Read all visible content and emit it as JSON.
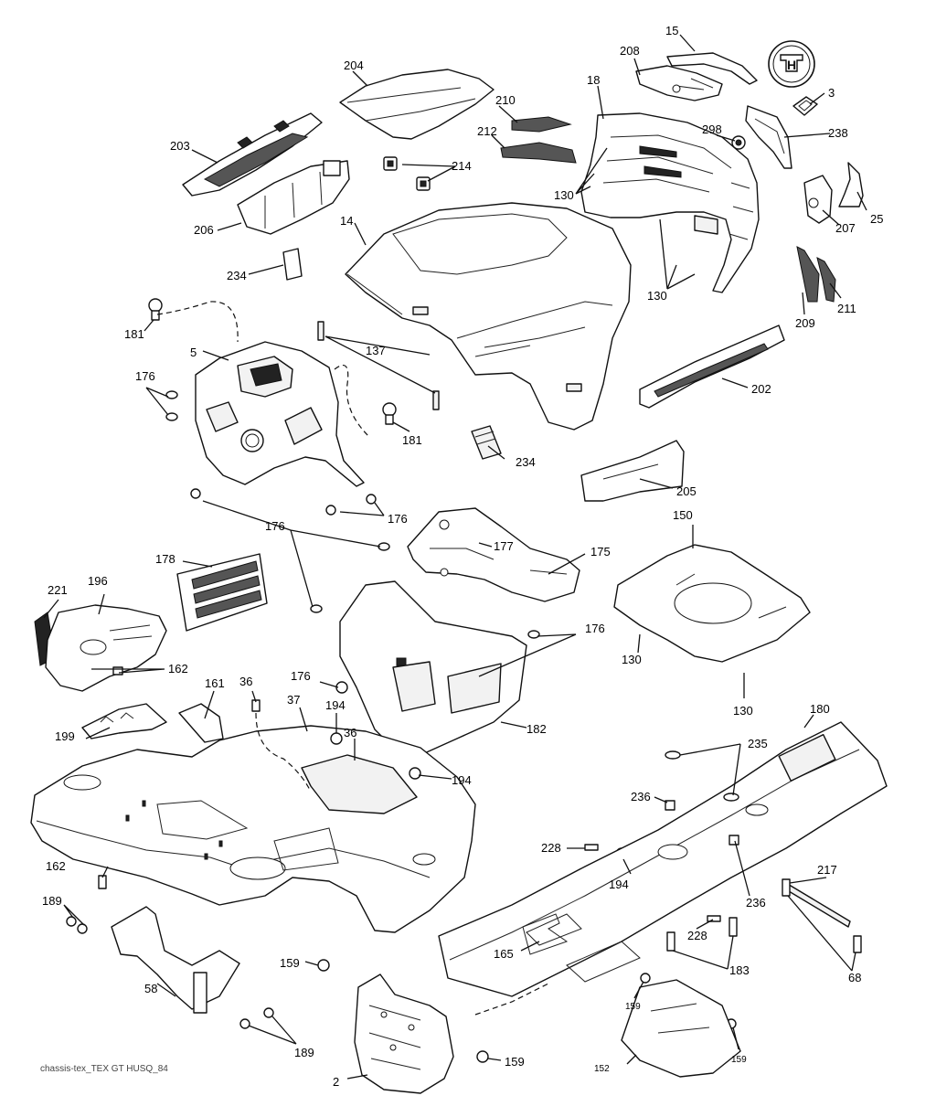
{
  "caption": "chassis-tex_TEX GT HUSQ_84",
  "callouts": {
    "c15": "15",
    "c208": "208",
    "c18": "18",
    "c3": "3",
    "c204": "204",
    "c210": "210",
    "c212": "212",
    "c298": "298",
    "c238": "238",
    "c203": "203",
    "c214": "214",
    "c130a": "130",
    "c207": "207",
    "c25": "25",
    "c206": "206",
    "c14": "14",
    "c234a": "234",
    "c130b": "130",
    "c209": "209",
    "c211": "211",
    "c181a": "181",
    "c137": "137",
    "c5": "5",
    "c176a": "176",
    "c202": "202",
    "c181b": "181",
    "c234b": "234",
    "c205": "205",
    "c176b": "176",
    "c150": "150",
    "c176c": "176",
    "c177": "177",
    "c175": "175",
    "c178": "178",
    "c221": "221",
    "c196": "196",
    "c176d": "176",
    "c130c": "130",
    "c162a": "162",
    "c130d": "130",
    "c161": "161",
    "c36a": "36",
    "c37": "37",
    "c176e": "176",
    "c194a": "194",
    "c182": "182",
    "c199": "199",
    "c36b": "36",
    "c180": "180",
    "c235": "235",
    "c194b": "194",
    "c236a": "236",
    "c228a": "228",
    "c162b": "162",
    "c194c": "194",
    "c236b": "236",
    "c217": "217",
    "c189a": "189",
    "c228b": "228",
    "c165": "165",
    "c58": "58",
    "c159a": "159",
    "c183": "183",
    "c68": "68",
    "c159b": "159",
    "c189b": "189",
    "c159c": "159",
    "c152": "152",
    "c159d": "159",
    "c2": "2"
  }
}
